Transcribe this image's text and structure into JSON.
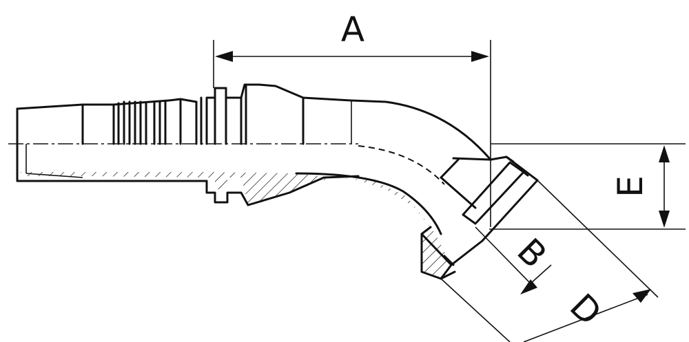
{
  "dimensions": {
    "a": {
      "label": "A"
    },
    "b": {
      "label": "B"
    },
    "d": {
      "label": "D"
    },
    "e": {
      "label": "E"
    }
  },
  "colors": {
    "line": "#111111",
    "background": "#ffffff"
  }
}
